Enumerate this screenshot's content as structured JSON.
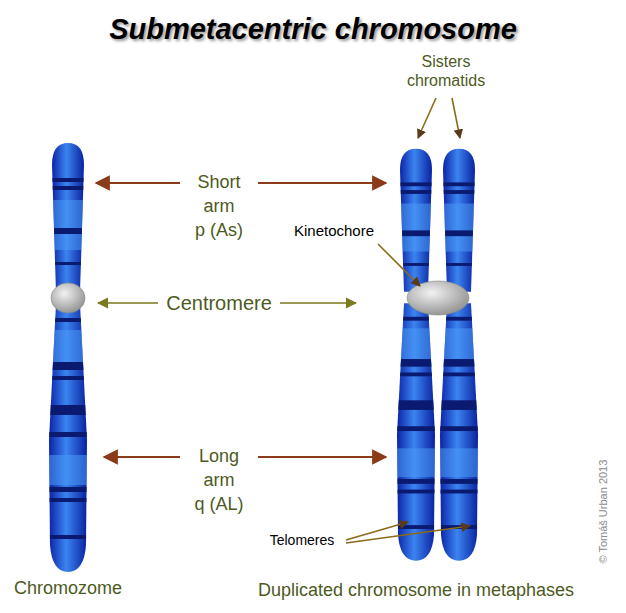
{
  "diagram": {
    "title": "Submetacentric chromosome",
    "labels": [
      "Sisters chromatids",
      "Short",
      "arm",
      "p (As)",
      "Kinetochore",
      "Centromere",
      "Long",
      "arm",
      "q (AL)",
      "Telomeres",
      "Chromozome",
      "Duplicated chromosome in metaphases",
      "© Tomáš Urban 2013"
    ]
  }
}
